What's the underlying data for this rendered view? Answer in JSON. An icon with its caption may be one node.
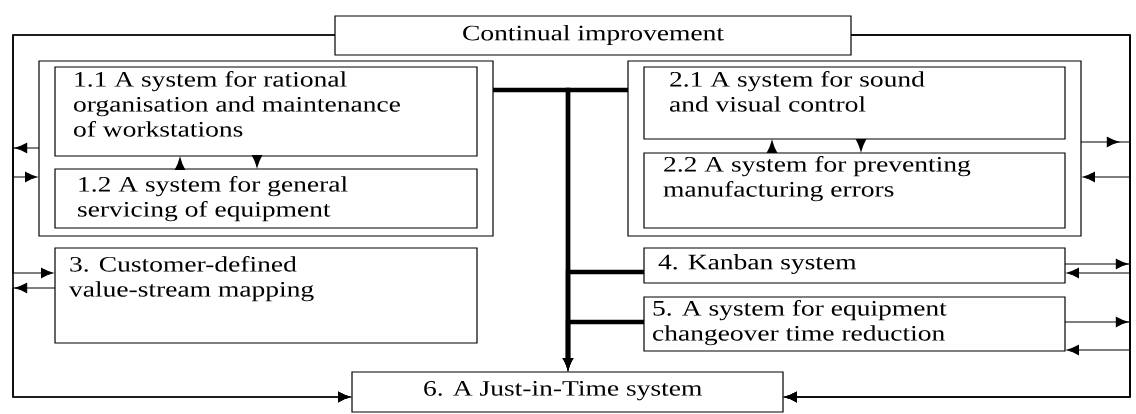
{
  "diagram": {
    "nodes": [
      {
        "text": [
          "Continual improvement"
        ]
      },
      {
        "text": [],
        "shape": "box"
      },
      {
        "text": [
          "1.1 A system for rational organisation and maintenance of workstations"
        ],
        "in": 1
      },
      {
        "text": [
          "1.2 A system for general servicing of equipment"
        ],
        "in": 1
      },
      {
        "text": [],
        "shape": "box"
      },
      {
        "text": [
          "2.1 A system for sound and visual control"
        ],
        "in": 4
      },
      {
        "text": [
          "2.2 A system for preventing manufacturing errors"
        ],
        "in": 4
      },
      {
        "text": [
          "3. Customer-defined value-stream mapping"
        ]
      },
      {
        "text": [
          "4. Kanban system"
        ]
      },
      {
        "text": [
          "5. A system for equipment changeover time reduction"
        ]
      },
      {
        "text": [
          "6. A Just-in-Time system"
        ]
      }
    ],
    "edges": [
      {
        "from": 3,
        "to": 2,
        "arrow": "to"
      },
      {
        "from": 2,
        "to": 3,
        "arrow": "to"
      },
      {
        "from": 6,
        "to": 5,
        "arrow": "to"
      },
      {
        "from": 5,
        "to": 6,
        "arrow": "to"
      },
      {
        "from": 0,
        "to": 1,
        "arrow": "to"
      },
      {
        "from": 1,
        "to": 10,
        "arrow": "to"
      },
      {
        "from": 0,
        "to": 7,
        "arrow": "to"
      },
      {
        "from": 7,
        "to": 10,
        "arrow": "to"
      },
      {
        "from": 0,
        "to": 10,
        "arrow": "to"
      },
      {
        "from": 0,
        "to": 4,
        "arrow": "to"
      },
      {
        "from": 4,
        "to": 10,
        "arrow": "to"
      },
      {
        "from": 0,
        "to": 8,
        "arrow": "to"
      },
      {
        "from": 8,
        "to": 10,
        "arrow": "to"
      },
      {
        "from": 0,
        "to": 9,
        "arrow": "to"
      },
      {
        "from": 9,
        "to": 10,
        "arrow": "to"
      },
      {
        "from": 0,
        "to": 10,
        "arrow": "to"
      },
      {
        "from": 1,
        "to": 10,
        "arrow": "to",
        "style": "thick"
      },
      {
        "from": 4,
        "to": 10,
        "arrow": "to",
        "style": "thick"
      },
      {
        "from": 8,
        "to": 10,
        "arrow": "to",
        "style": "thick"
      },
      {
        "from": 9,
        "to": 10,
        "arrow": "to",
        "style": "thick"
      }
    ]
  }
}
